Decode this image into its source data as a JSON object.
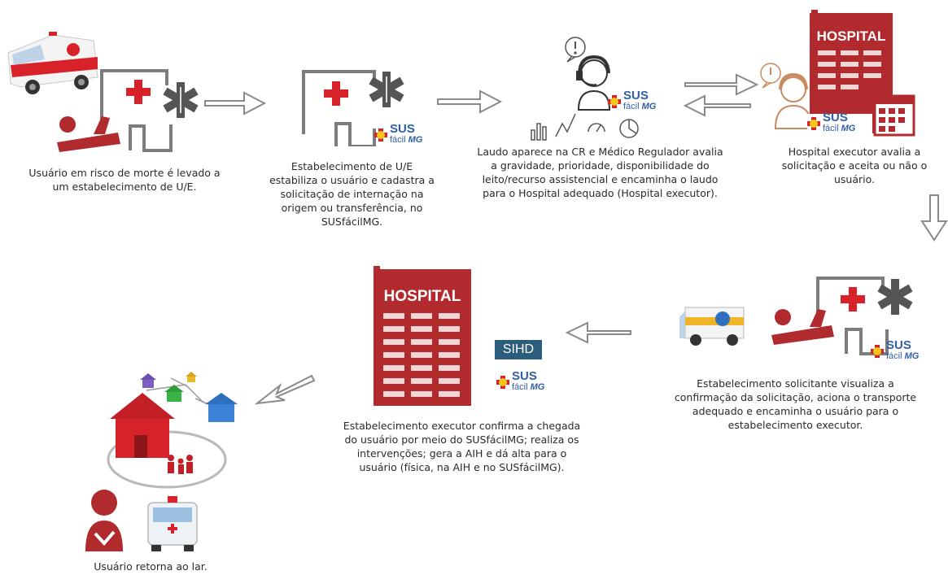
{
  "brand": {
    "hospital_color": "#b02a2e",
    "sus_color": "#2f5fa8",
    "cross_color": "#d8222a",
    "arrow_color": "#8a8a8a"
  },
  "logos": {
    "sus_line1": "SUS",
    "sus_line2": "fácil",
    "sus_line2_em": "MG",
    "sihd": "SIHD",
    "hospital": "HOSPITAL"
  },
  "steps": [
    {
      "caption": [
        "Usuário em risco de morte  é levado a",
        "um estabelecimento de U/E."
      ]
    },
    {
      "caption": [
        "Estabelecimento de U/E",
        "estabiliza o usuário e cadastra a",
        "solicitação de internação na",
        "origem ou transferência, no",
        "SUSfácilMG."
      ]
    },
    {
      "caption": [
        "Laudo aparece na CR e  Médico Regulador avalia",
        "a gravidade, prioridade, disponibilidade do",
        "leito/recurso assistencial e encaminha o laudo",
        "para o Hospital adequado (Hospital executor)."
      ]
    },
    {
      "caption": [
        "Hospital executor avalia a",
        "solicitação e aceita ou não o",
        "usuário."
      ]
    },
    {
      "caption": [
        "Estabelecimento solicitante visualiza a",
        "confirmação da solicitação, aciona o transporte",
        "adequado e encaminha o usuário para o",
        "estabelecimento executor."
      ]
    },
    {
      "caption": [
        "Estabelecimento executor  confirma a chegada",
        "do usuário por meio do SUSfácilMG; realiza os",
        "intervenções; gera a AIH e  dá alta para o",
        "usuário (física, na AIH e  no SUSfácilMG)."
      ]
    },
    {
      "caption": [
        "Usuário retorna ao lar."
      ]
    }
  ]
}
